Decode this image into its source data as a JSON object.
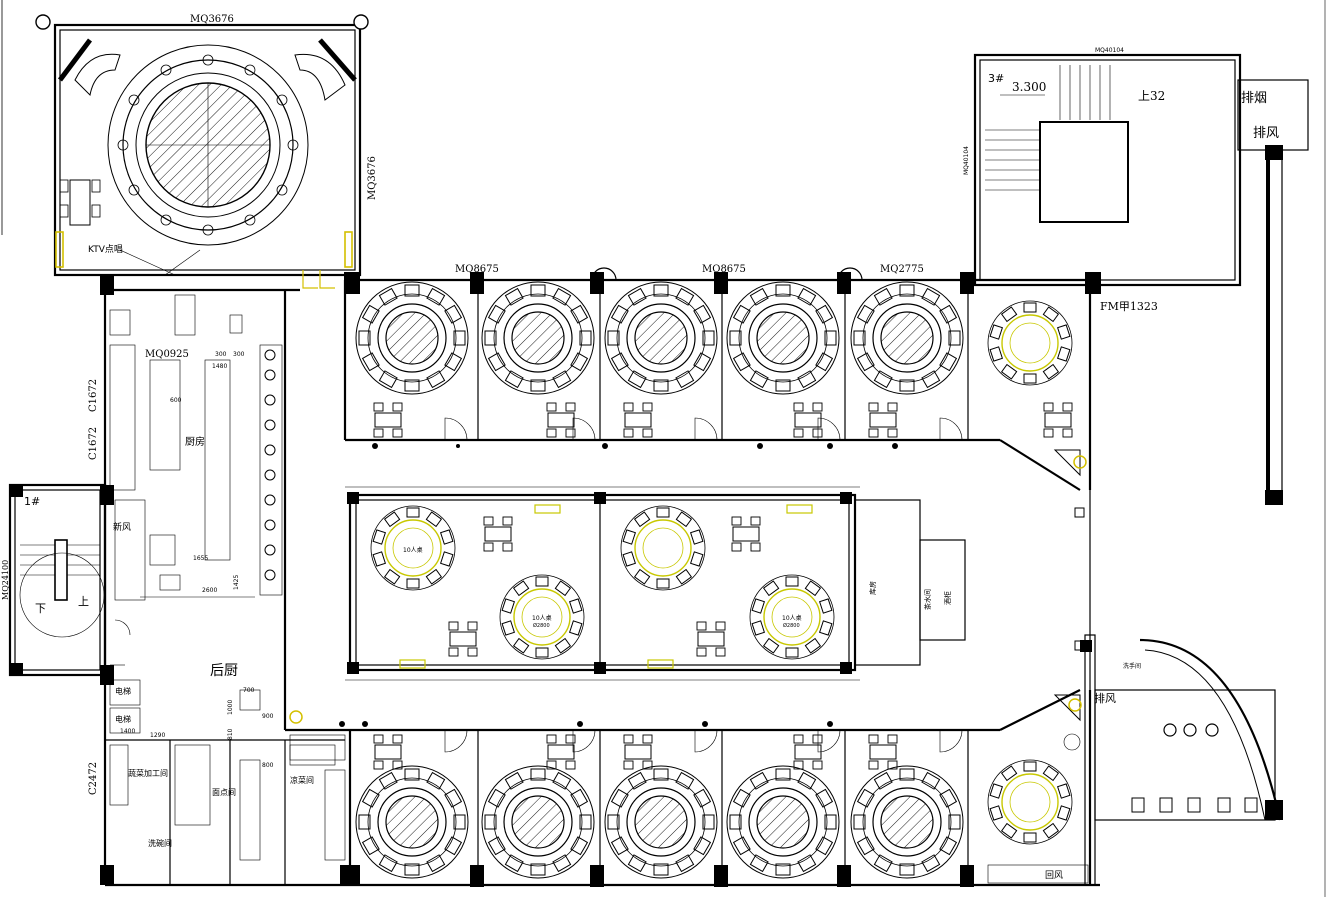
{
  "labels": {
    "top_door_banquet": "MQ3676",
    "right_door_banquet": "MQ3676",
    "ktv": "KTV点唱",
    "stair3_name": "3#",
    "stair3_level": "3.300",
    "stair3_up": "上32",
    "stair3_window_top": "MQ40104",
    "stair3_window_side": "MQ40104",
    "exhaust_smoke": "排烟",
    "exhaust_air": "排风",
    "top_windows": [
      "MQ8675",
      "MQ8675",
      "MQ2775"
    ],
    "fire_door": "FM甲1323",
    "kitchen_window": "MQ0925",
    "side_windows": [
      "C1672",
      "C1672"
    ],
    "stair1_name": "1#",
    "stair1_window": "MQ24100",
    "stair1_down": "下",
    "stair1_up": "上",
    "back_kitchen": "后厨",
    "elevators": [
      "电梯",
      "电梯"
    ],
    "window_bottom_left": "C2472",
    "veg_processing": "蔬菜加工间",
    "dim_1400": "1400",
    "dim_1290": "1290",
    "dishwashing": "洗碗间",
    "pastry": "面点间",
    "cold_dish": "凉菜间",
    "right_exhaust": "排风",
    "return_air": "回风",
    "table_label": "10人桌",
    "table_dia": "Ø2800",
    "washroom": "洗手间",
    "storage": "库房",
    "tea_room": "茶水间",
    "wine_cabinet": "酒柜",
    "fresh_air": "新风",
    "kitchen_sub": "厨房",
    "dims": [
      "1480",
      "300",
      "300",
      "600",
      "1655",
      "2600",
      "1425",
      "700",
      "900",
      "1000",
      "810",
      "800"
    ]
  },
  "icons": [
    "round-table-icon",
    "stair-icon",
    "door-swing-icon",
    "column-icon",
    "sofa-icon"
  ]
}
